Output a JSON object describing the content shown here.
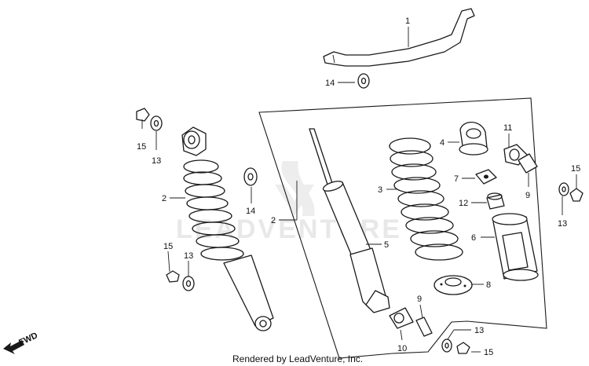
{
  "watermark": {
    "text": "LEADVENTURE"
  },
  "credit": {
    "text": "Rendered by LeadVenture, Inc."
  },
  "direction": {
    "label": "FWD"
  },
  "callouts": [
    "1",
    "14",
    "15",
    "13",
    "2",
    "14",
    "15",
    "13",
    "2",
    "3",
    "4",
    "11",
    "7",
    "12",
    "9",
    "6",
    "5",
    "8",
    "9",
    "10",
    "13",
    "15",
    "15",
    "13"
  ]
}
